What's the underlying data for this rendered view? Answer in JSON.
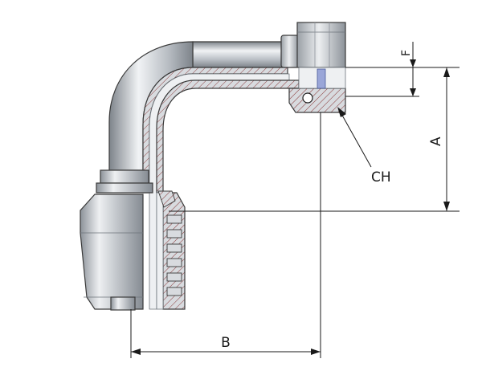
{
  "labels": {
    "dim_a": "A",
    "dim_b": "B",
    "dim_f": "F",
    "callout_ch": "CH"
  },
  "colors": {
    "steel_light": "#e9ecef",
    "steel_mid": "#b9bec4",
    "steel_dark": "#7d838a",
    "section_fill": "#cfd3d8",
    "hatch": "#8a3b3b",
    "seal": "#9aa6d8",
    "line": "#1a1a1a"
  }
}
